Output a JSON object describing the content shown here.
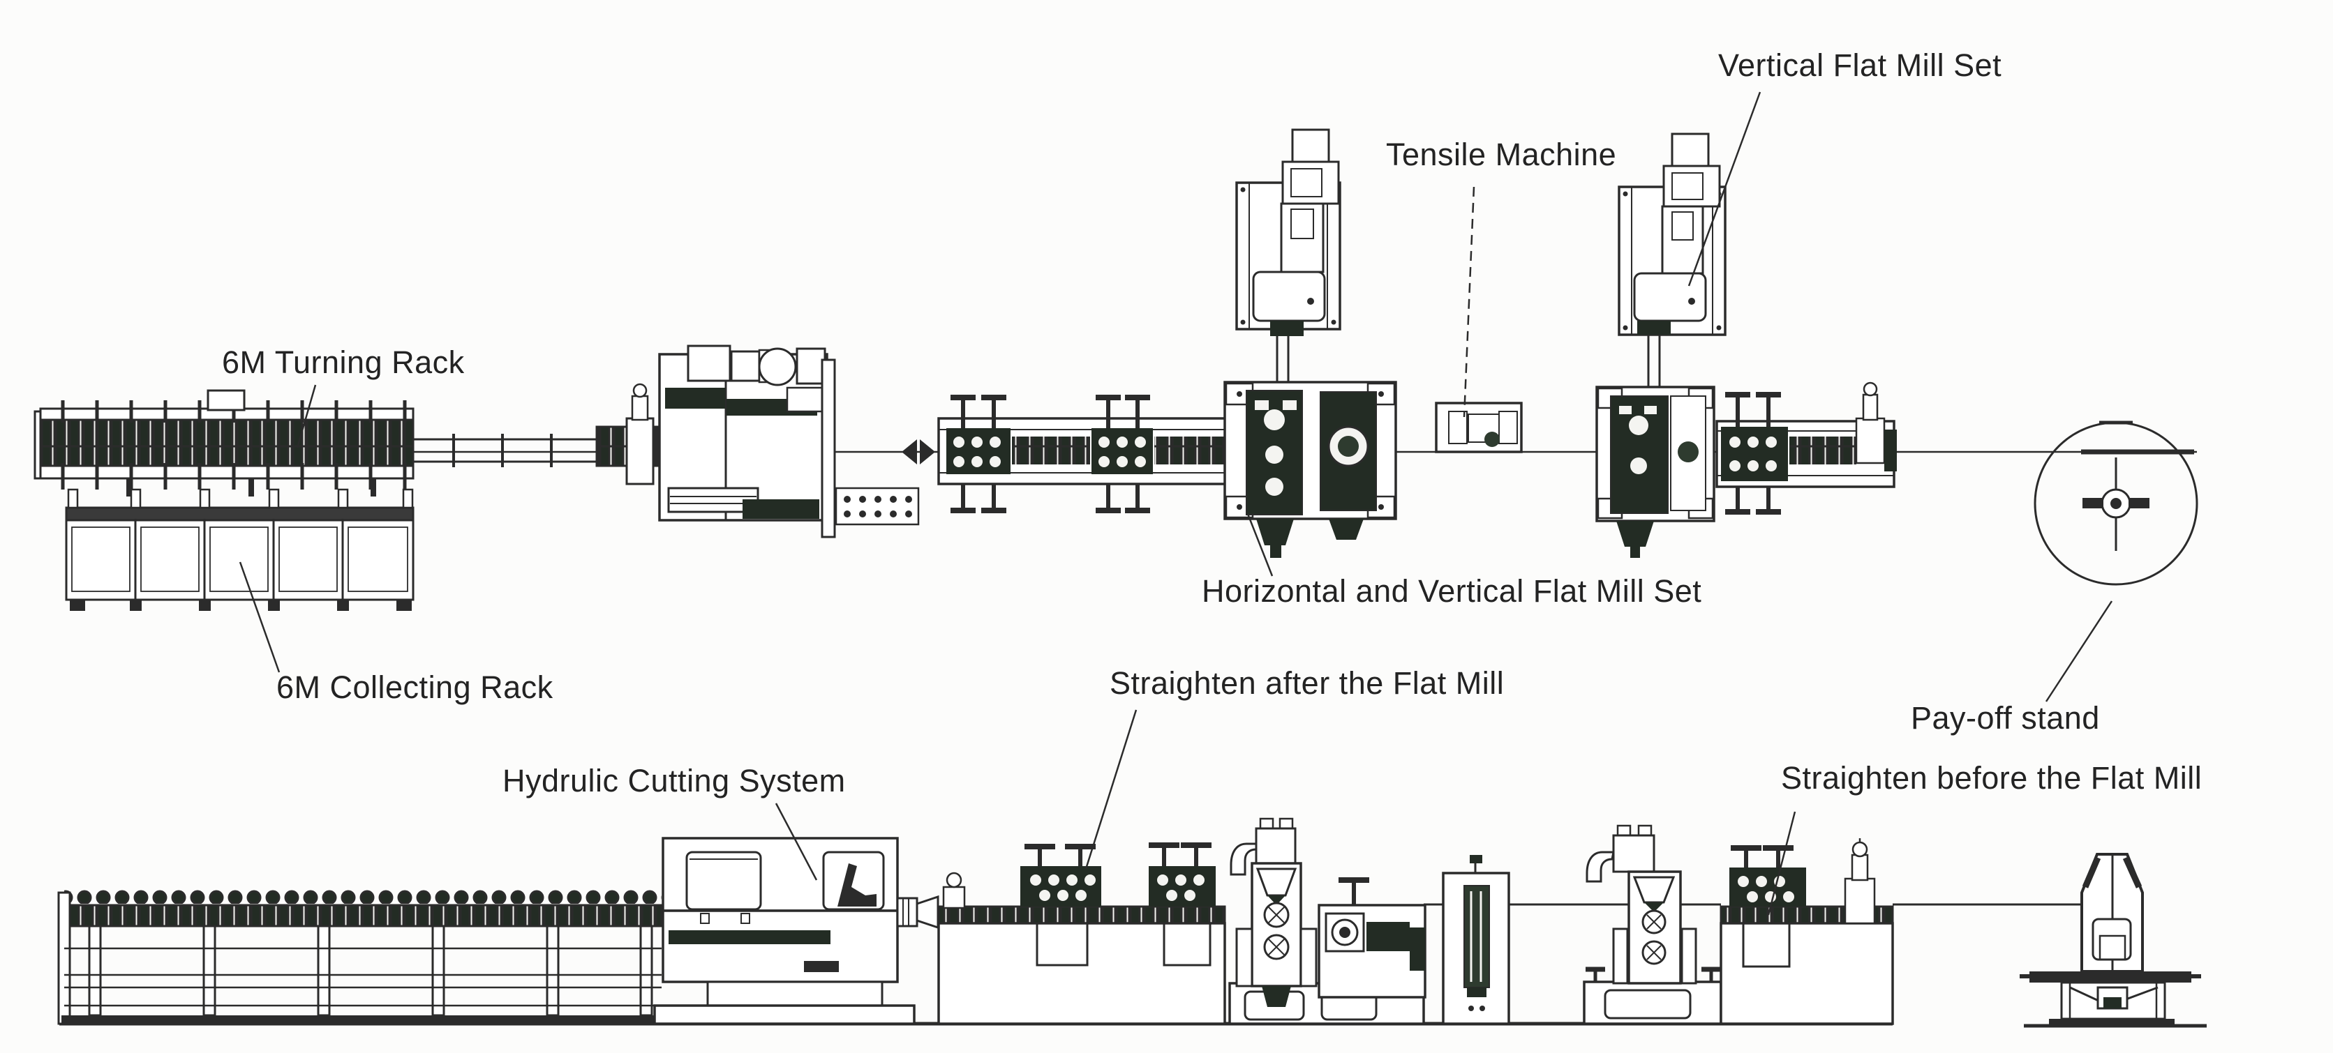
{
  "diagram": {
    "kind": "machinery-layout-line-drawing",
    "views": {
      "top": "plan view of flat mill production line",
      "bottom": "elevation view of flat mill production line"
    },
    "labels": {
      "turning_rack": "6M Turning Rack",
      "collecting_rack": "6M Collecting Rack",
      "cutting_system": "Hydrulic Cutting System",
      "straighten_after": "Straighten after the Flat Mill",
      "horizontal_vertical_mill": "Horizontal and Vertical Flat Mill Set",
      "tensile_machine": "Tensile Machine",
      "vertical_mill": "Vertical Flat Mill Set",
      "payoff_stand": "Pay-off stand",
      "straighten_before": "Straighten before the Flat Mill"
    },
    "colors": {
      "background": "#fcfcfb",
      "ink": "#2b2b2b",
      "machinery_dark": "#232c24",
      "machinery_green": "#2e3b2f",
      "rail_dark": "#3a3a3a"
    }
  }
}
